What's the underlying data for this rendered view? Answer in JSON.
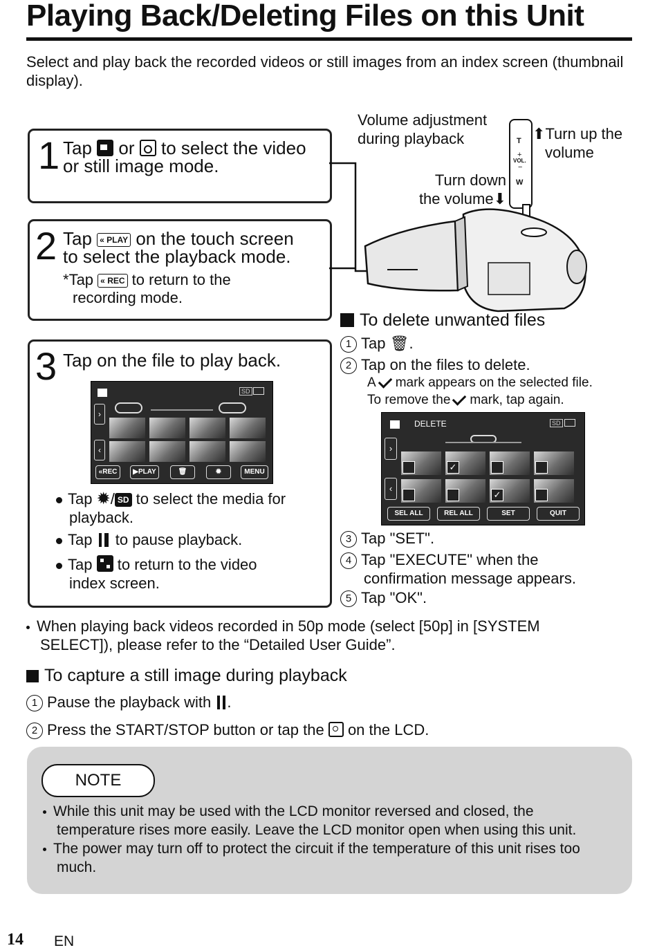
{
  "page": {
    "title": "Playing Back/Deleting Files on this Unit",
    "intro": "Select and play back the recorded videos or still images from an index screen (thumbnail display).",
    "page_number": "14",
    "language": "EN"
  },
  "steps": {
    "s1": {
      "num": "1",
      "a": "Tap",
      "b": "or",
      "c": "to select the video",
      "d": "or still image mode."
    },
    "s2": {
      "num": "2",
      "a": "Tap",
      "icon": "PLAY",
      "b": "on the touch screen",
      "c": "to select the playback mode.",
      "note_a": "Tap",
      "note_icon": "REC",
      "note_b": "to return to the",
      "note_c": "recording mode."
    },
    "s3": {
      "num": "3",
      "text": "Tap on the file to play back.",
      "b1_a": "Tap",
      "b1_b": "/",
      "b1_icon": "SD",
      "b1_c": "to select the media for",
      "b1_d": "playback.",
      "b2_a": "Tap",
      "b2_b": "to pause playback.",
      "b3_a": "Tap",
      "b3_b": "to return to the video",
      "b3_c": "index screen."
    }
  },
  "screen1": {
    "sd": "SD",
    "buttons": {
      "rec": "REC",
      "play": "PLAY",
      "menu": "MENU"
    }
  },
  "camera": {
    "vol_label_1": "Volume adjustment",
    "vol_label_2": "during playback",
    "up_1": "Turn up the",
    "up_2": "volume",
    "down_1": "Turn down",
    "down_2": "the volume",
    "t": "T",
    "w": "W",
    "plus": "+",
    "vol": "VOL.",
    "minus": "−"
  },
  "delete": {
    "heading": "To delete unwanted files",
    "s1_a": "Tap",
    "s1_b": ".",
    "s2": "Tap on the files to delete.",
    "mark_a": "A",
    "mark_b": "mark appears on the selected file.",
    "remove_a": "To remove the",
    "remove_b": "mark, tap again.",
    "s3": "Tap \"SET\".",
    "s4_a": "Tap \"EXECUTE\" when the",
    "s4_b": "confirmation message appears.",
    "s5": "Tap \"OK\".",
    "n1": "1",
    "n2": "2",
    "n3": "3",
    "n4": "4",
    "n5": "5"
  },
  "screen2": {
    "title": "DELETE",
    "sd": "SD",
    "buttons": {
      "sel_all": "SEL ALL",
      "rel_all": "REL ALL",
      "set": "SET",
      "quit": "QUIT"
    }
  },
  "fifty_p": {
    "a": "When playing back videos recorded in 50p mode (select [50p] in [SYSTEM",
    "b": "SELECT]), please refer to the “Detailed User Guide”."
  },
  "capture": {
    "heading": "To capture a still image during playback",
    "s1_a": "Pause the playback with",
    "s1_b": ".",
    "s2_a": "Press the START/STOP button or tap the",
    "s2_b": "on the LCD.",
    "n1": "1",
    "n2": "2"
  },
  "note": {
    "label": "NOTE",
    "b1_a": "While this unit may be used with the LCD monitor reversed and closed, the",
    "b1_b": "temperature rises more easily. Leave the LCD monitor open when using this unit.",
    "b2_a": "The power may turn off to protect the circuit if the temperature of this unit rises too",
    "b2_b": "much."
  }
}
